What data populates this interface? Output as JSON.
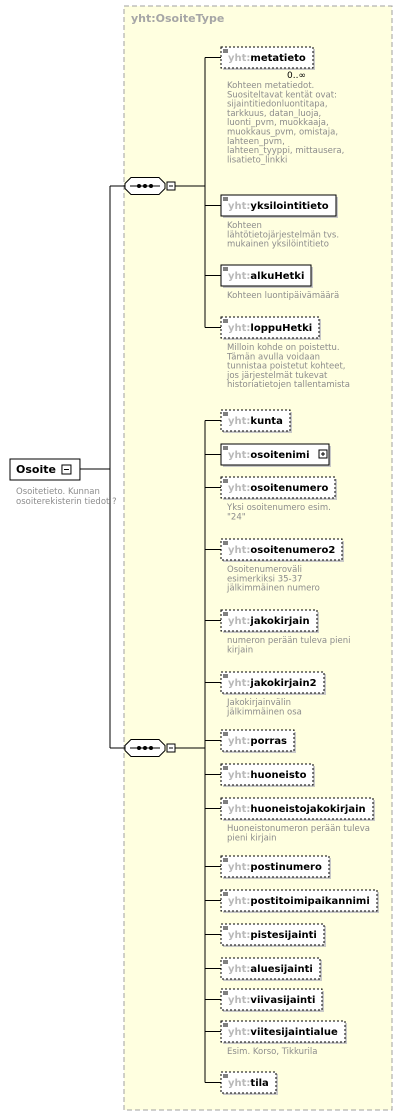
{
  "root": {
    "label": "Osoite",
    "annotation": [
      "Osoitetieto. Kunnan",
      "osoiterekisterin tiedot ?"
    ]
  },
  "type_box": {
    "title": "yht:OsoiteType"
  },
  "colors": {
    "type_fill": "#ffffe0",
    "type_border": "#a0a0a0",
    "element_border": "#000000",
    "line": "#000000",
    "annotation": "#8c8c8c",
    "prefix": "#b9b9b9"
  },
  "groups": [
    {
      "kind": "sequence",
      "elements": [
        {
          "prefix": "yht:",
          "name": "metatieto",
          "optional": true,
          "occurrence": "0..∞",
          "annotation": [
            "Kohteen metatiedot.",
            "Suositeltavat kentät ovat:",
            "sijaintitiedonluontitapa,",
            "tarkkuus, datan_luoja,",
            "luonti_pvm, muokkaaja,",
            "muokkaus_pvm, omistaja,",
            "lahteen_pvm,",
            "lahteen_tyyppi, mittausera,",
            "lisatieto_linkki"
          ]
        },
        {
          "prefix": "yht:",
          "name": "yksilointitieto",
          "optional": false,
          "annotation": [
            "Kohteen",
            "lähtötietojärjestelmän tvs.",
            "mukainen yksilöintitieto"
          ]
        },
        {
          "prefix": "yht:",
          "name": "alkuHetki",
          "optional": false,
          "annotation": [
            "Kohteen luontipäivämäärä"
          ]
        },
        {
          "prefix": "yht:",
          "name": "loppuHetki",
          "optional": true,
          "annotation": [
            "Milloin kohde on poistettu.",
            "Tämän avulla voidaan",
            "tunnistaa poistetut kohteet,",
            "jos järjestelmät tukevat",
            "historiatietojen tallentamista"
          ]
        }
      ]
    },
    {
      "kind": "sequence",
      "elements": [
        {
          "prefix": "yht:",
          "name": "kunta",
          "optional": true,
          "annotation": []
        },
        {
          "prefix": "yht:",
          "name": "osoitenimi",
          "optional": false,
          "expandable": true,
          "annotation": []
        },
        {
          "prefix": "yht:",
          "name": "osoitenumero",
          "optional": true,
          "annotation": [
            "Yksi osoitenumero esim.",
            "\"24\""
          ]
        },
        {
          "prefix": "yht:",
          "name": "osoitenumero2",
          "optional": true,
          "annotation": [
            "Osoitenumeroväli",
            "esimerkiksi 35-37",
            "jälkimmäinen numero"
          ]
        },
        {
          "prefix": "yht:",
          "name": "jakokirjain",
          "optional": true,
          "annotation": [
            "numeron perään tuleva pieni",
            "kirjain"
          ]
        },
        {
          "prefix": "yht:",
          "name": "jakokirjain2",
          "optional": true,
          "annotation": [
            "Jakokirjainvälin",
            "jälkimmäinen osa"
          ]
        },
        {
          "prefix": "yht:",
          "name": "porras",
          "optional": true,
          "annotation": []
        },
        {
          "prefix": "yht:",
          "name": "huoneisto",
          "optional": true,
          "annotation": []
        },
        {
          "prefix": "yht:",
          "name": "huoneistojakokirjain",
          "optional": true,
          "annotation": [
            "Huoneistonumeron perään tuleva",
            "pieni kirjain"
          ]
        },
        {
          "prefix": "yht:",
          "name": "postinumero",
          "optional": true,
          "annotation": []
        },
        {
          "prefix": "yht:",
          "name": "postitoimipaikannimi",
          "optional": true,
          "annotation": []
        },
        {
          "prefix": "yht:",
          "name": "pistesijainti",
          "optional": true,
          "annotation": []
        },
        {
          "prefix": "yht:",
          "name": "aluesijainti",
          "optional": true,
          "annotation": []
        },
        {
          "prefix": "yht:",
          "name": "viivasijainti",
          "optional": true,
          "annotation": []
        },
        {
          "prefix": "yht:",
          "name": "viitesijaintialue",
          "optional": true,
          "annotation": [
            "Esim. Korso, Tikkurila"
          ]
        },
        {
          "prefix": "yht:",
          "name": "tila",
          "optional": true,
          "annotation": []
        }
      ]
    }
  ]
}
